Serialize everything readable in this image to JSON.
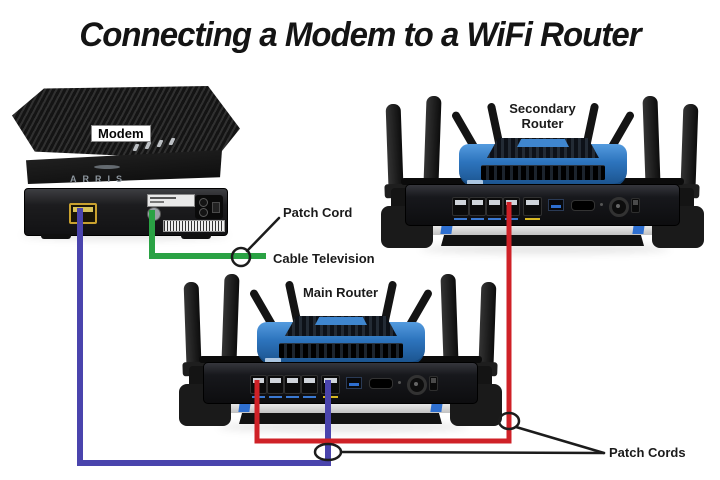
{
  "title": "Connecting a Modem to a WiFi Router",
  "devices": {
    "modem": {
      "label": "Modem",
      "brand": "ARRIS"
    },
    "secondary_router": {
      "label": "Secondary\nRouter"
    },
    "main_router": {
      "label": "Main Router"
    }
  },
  "annotations": {
    "patch_cord": "Patch Cord",
    "cable_television": "Cable Television",
    "patch_cords": "Patch Cords"
  },
  "connections": [
    {
      "id": "coax-feed",
      "from": "modem-coax-port",
      "to": "cable-television",
      "color": "#2aa244",
      "label": "Patch Cord"
    },
    {
      "id": "modem-to-main",
      "from": "modem-ethernet-port",
      "to": "main-router-wan-port",
      "color": "#4a44ad",
      "label": "Patch Cords"
    },
    {
      "id": "main-to-secondary",
      "from": "main-router-lan1-port",
      "to": "secondary-router-lan4-port",
      "color": "#cf2127",
      "label": "Patch Cords"
    }
  ],
  "colors": {
    "cable_green": "#2aa244",
    "cable_blue": "#4a44ad",
    "cable_red": "#cf2127",
    "router_blue": "#2d74bd",
    "wan_label_yellow": "#d8b822",
    "modem_port_yellow": "#c9a12f",
    "annotation_line": "#1c1c1c"
  }
}
